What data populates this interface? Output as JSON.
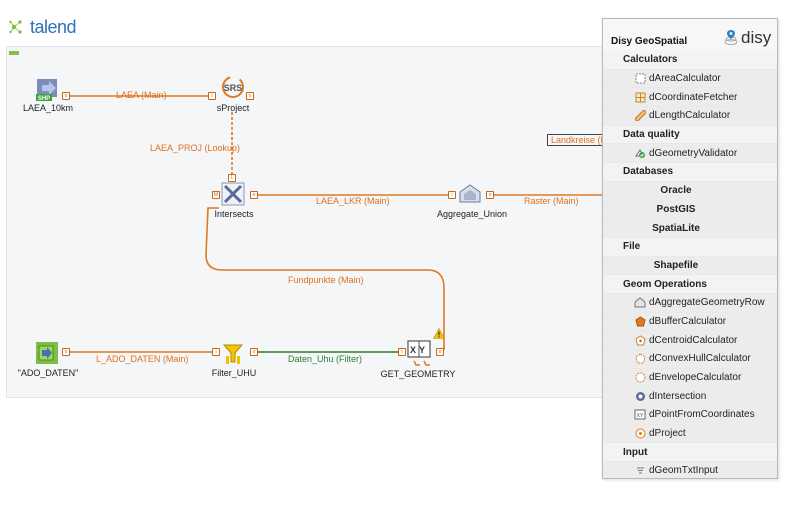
{
  "app": {
    "logo_text": "talend"
  },
  "canvas": {
    "components": [
      {
        "id": "laea",
        "label": "LAEA_10km",
        "icon": "shp-input-icon",
        "badge": "SHP"
      },
      {
        "id": "sproject",
        "label": "sProject",
        "icon": "srs-icon",
        "badge": "SRS"
      },
      {
        "id": "intersects",
        "label": "Intersects",
        "icon": "intersection-icon"
      },
      {
        "id": "aggregate",
        "label": "Aggregate_Union",
        "icon": "aggregate-icon"
      },
      {
        "id": "ado",
        "label": "\"ADO_DATEN\"",
        "icon": "database-input-icon"
      },
      {
        "id": "filter",
        "label": "Filter_UHU",
        "icon": "filter-icon"
      },
      {
        "id": "getgeom",
        "label": "GET_GEOMETRY",
        "icon": "xy-geometry-icon",
        "badge": "XY"
      }
    ],
    "links": [
      {
        "id": "l1",
        "label": "LAEA (Main)"
      },
      {
        "id": "l2",
        "label": "LAEA_PROJ (Lookup)"
      },
      {
        "id": "l3",
        "label": "LAEA_LKR (Main)"
      },
      {
        "id": "l4",
        "label": "Raster (Main)"
      },
      {
        "id": "l5",
        "label": "Fundpunkte (Main)"
      },
      {
        "id": "l6",
        "label": "L_ADO_DATEN (Main)"
      },
      {
        "id": "l7",
        "label": "Daten_Uhu (Filter)"
      }
    ],
    "partial_component_label": "Landkreise (L",
    "colors": {
      "main_link": "#e07a20",
      "filter_link": "#2e7d32",
      "canvas_bg": "#f4f6f8"
    }
  },
  "palette": {
    "title": "Disy GeoSpatial",
    "brand": "disy",
    "sections": [
      {
        "label": "Calculators",
        "items": [
          {
            "label": "dAreaCalculator",
            "icon": "area-icon"
          },
          {
            "label": "dCoordinateFetcher",
            "icon": "coordinate-icon"
          },
          {
            "label": "dLengthCalculator",
            "icon": "ruler-icon"
          }
        ]
      },
      {
        "label": "Data quality",
        "items": [
          {
            "label": "dGeometryValidator",
            "icon": "validator-icon"
          }
        ]
      },
      {
        "label": "Databases",
        "groups": [
          "Oracle",
          "PostGIS",
          "SpatiaLite"
        ]
      },
      {
        "label": "File",
        "groups": [
          "Shapefile"
        ]
      },
      {
        "label": "Geom Operations",
        "items": [
          {
            "label": "dAggregateGeometryRow",
            "icon": "aggregate-icon"
          },
          {
            "label": "dBufferCalculator",
            "icon": "buffer-icon"
          },
          {
            "label": "dCentroidCalculator",
            "icon": "centroid-icon"
          },
          {
            "label": "dConvexHullCalculator",
            "icon": "convex-hull-icon"
          },
          {
            "label": "dEnvelopeCalculator",
            "icon": "envelope-icon"
          },
          {
            "label": "dIntersection",
            "icon": "intersection-icon"
          },
          {
            "label": "dPointFromCoordinates",
            "icon": "point-icon"
          },
          {
            "label": "dProject",
            "icon": "project-icon"
          }
        ]
      },
      {
        "label": "Input",
        "items": [
          {
            "label": "dGeomTxtInput",
            "icon": "text-input-icon"
          }
        ]
      }
    ]
  }
}
